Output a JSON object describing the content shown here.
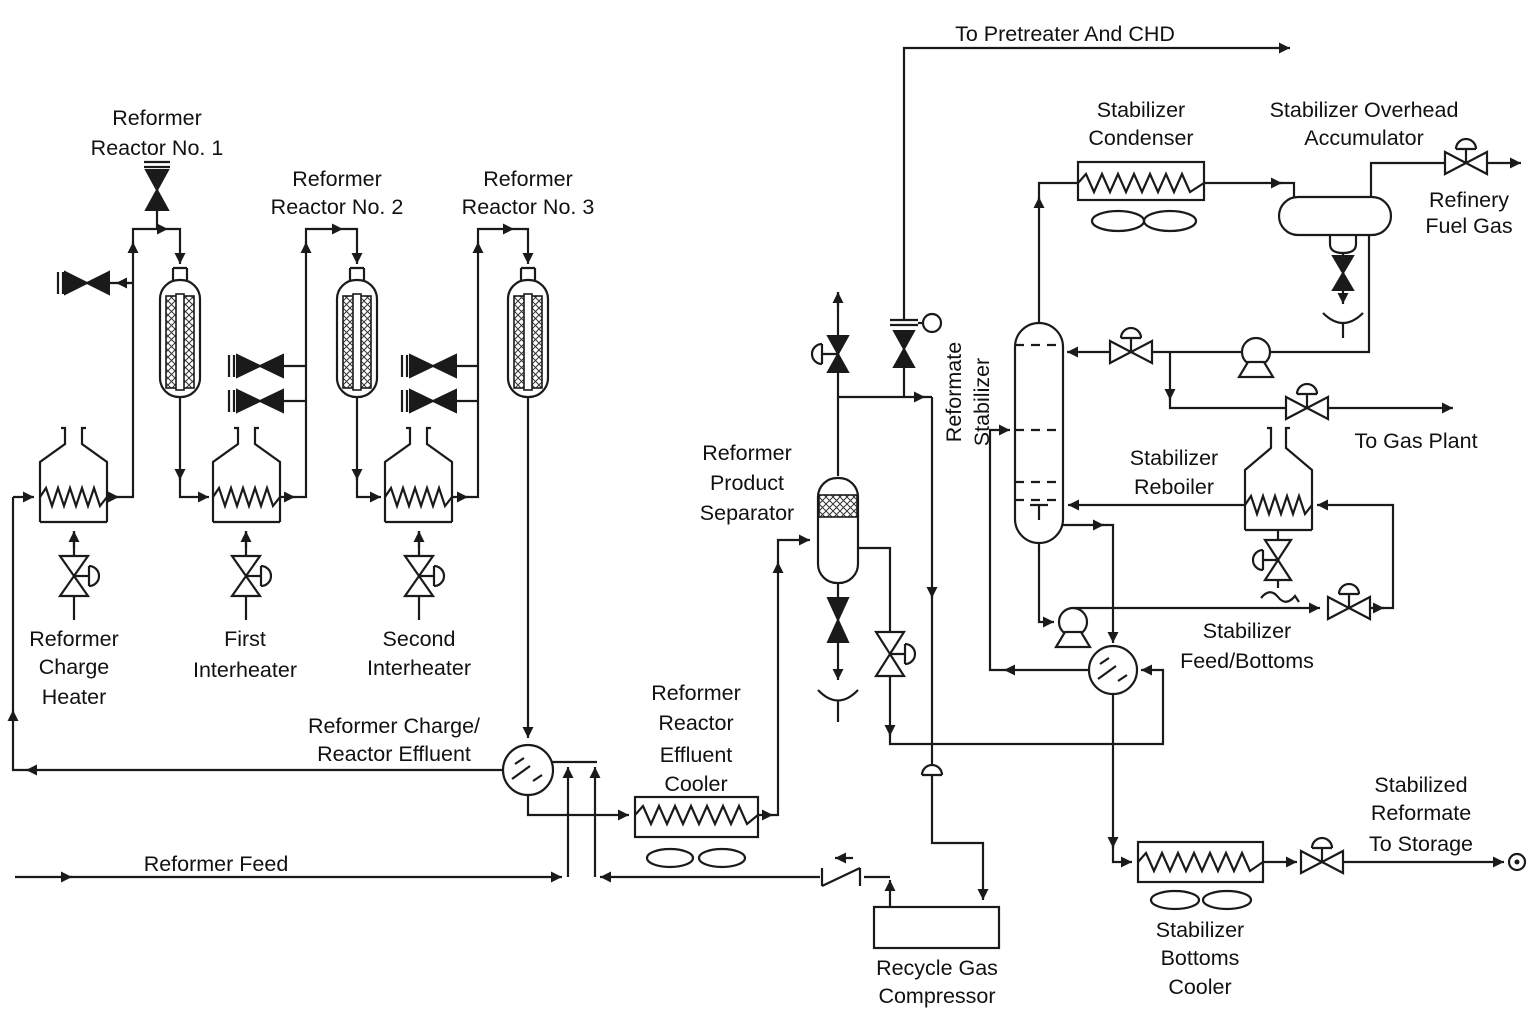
{
  "colors": {
    "line": "#1a1a1a",
    "text": "#111111",
    "background": "#ffffff"
  },
  "labels": {
    "to_pretreater": "To Pretreater And CHD",
    "reactor1": [
      "Reformer",
      "Reactor No. 1"
    ],
    "reactor2": [
      "Reformer",
      "Reactor No. 2"
    ],
    "reactor3": [
      "Reformer",
      "Reactor No. 3"
    ],
    "charge_heater": [
      "Reformer",
      "Charge",
      "Heater"
    ],
    "first_interheater": [
      "First",
      "Interheater"
    ],
    "second_interheater": [
      "Second",
      "Interheater"
    ],
    "charge_effluent_hx": [
      "Reformer Charge/",
      "Reactor Effluent"
    ],
    "reformer_feed": "Reformer Feed",
    "effluent_cooler": [
      "Reformer",
      "Reactor",
      "Effluent",
      "Cooler"
    ],
    "product_separator": [
      "Reformer",
      "Product",
      "Separator"
    ],
    "recycle_compressor": [
      "Recycle Gas",
      "Compressor"
    ],
    "reformate_stabilizer": [
      "Reformate",
      "Stabilizer"
    ],
    "stabilizer_condenser": [
      "Stabilizer",
      "Condenser"
    ],
    "overhead_accumulator": [
      "Stabilizer Overhead",
      "Accumulator"
    ],
    "refinery_fuel_gas": [
      "Refinery",
      "Fuel Gas"
    ],
    "to_gas_plant": "To Gas Plant",
    "stabilizer_reboiler": [
      "Stabilizer",
      "Reboiler"
    ],
    "feed_bottoms_hx": [
      "Stabilizer",
      "Feed/Bottoms"
    ],
    "bottoms_cooler": [
      "Stabilizer",
      "Bottoms",
      "Cooler"
    ],
    "stabilized_reformate": [
      "Stabilized",
      "Reformate",
      "To Storage"
    ]
  }
}
